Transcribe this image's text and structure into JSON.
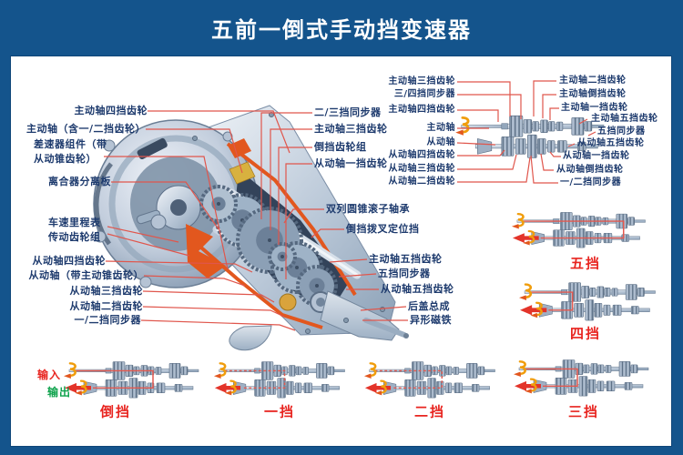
{
  "title": "五前一倒式手动挡变速器",
  "colors": {
    "frame_blue": "#14548c",
    "label_navy": "#1d3a6d",
    "leader_red": "#e0564c",
    "caption_red": "#e8241f",
    "io_green": "#0ea24c",
    "cut_orange": "#e2571e",
    "arrow_orange": "#f09d0c"
  },
  "labels": {
    "main_left": [
      "主动轴四挡齿轮",
      "主动轴（含一/二挡齿轮）",
      "差速器组件（带\n从动锥齿轮）",
      "离合器分离板",
      "车速里程表\n传动齿轮组",
      "从动轴四挡齿轮",
      "从动轴（带主动锥齿轮）",
      "从动轴三挡齿轮",
      "从动轴二挡齿轮",
      "一/二挡同步器"
    ],
    "main_right": [
      "二/三挡同步器",
      "主动轴三挡齿轮",
      "倒挡齿轮组",
      "从动轴一挡齿轮",
      "双列圆锥滚子轴承",
      "倒挡拨叉定位挡",
      "主动轴五挡齿轮",
      "五挡同步器",
      "从动轴五挡齿轮",
      "后盖总成",
      "异形磁铁"
    ],
    "neutral_left": [
      "主动轴三挡齿轮",
      "三/四挡同步器",
      "主动轴四挡齿轮",
      "主动轴",
      "从动轴",
      "从动轴四挡齿轮",
      "从动轴三挡齿轮",
      "从动轴二挡齿轮"
    ],
    "neutral_right": [
      "主动轴二挡齿轮",
      "主动轴倒挡齿轮",
      "主动轴一挡齿轮",
      "主动轴五挡齿轮",
      "五挡同步器",
      "从动轴五挡齿轮",
      "从动轴一挡齿轮",
      "从动轴倒挡齿轮",
      "一/二挡同步器"
    ]
  },
  "captions": {
    "reverse": "倒挡",
    "first": "一挡",
    "second": "二挡",
    "third": "三挡",
    "fourth": "四挡",
    "fifth": "五挡"
  },
  "io": {
    "input": "输入",
    "output": "输出"
  }
}
